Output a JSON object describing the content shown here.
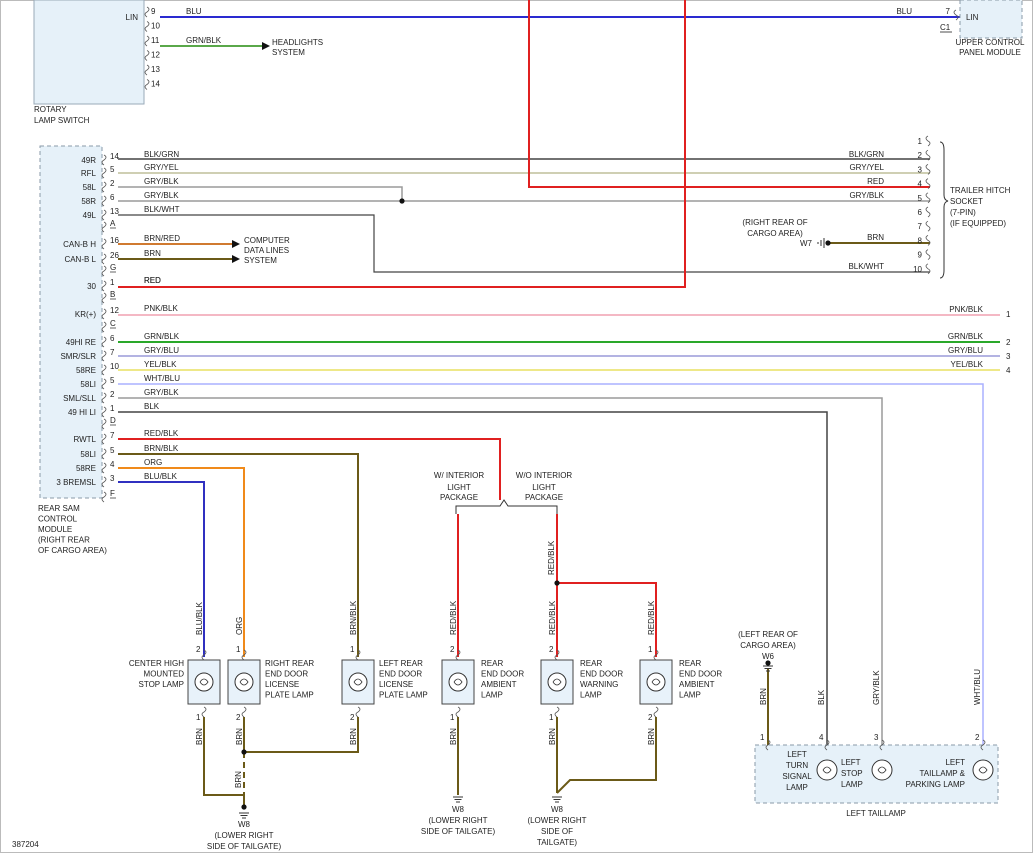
{
  "diagram_id": "387204",
  "colors": {
    "blu": "#2a2ad0",
    "grn_blk": "#5aa84a",
    "blk": "#444444",
    "gry": "#9a9a9a",
    "gry_yel": "#bfbf9a",
    "red": "#e02020",
    "brn": "#6b5a18",
    "brn_red": "#d07a30",
    "grn": "#2aa82a",
    "gry_blu": "#9a9ad8",
    "yel": "#e8e060",
    "wht_blu": "#aab0ff",
    "pnk": "#f0a0b0",
    "org": "#f08a1a",
    "blu_blk": "#3030c0"
  },
  "rotary": {
    "label_1": "ROTARY",
    "label_2": "LAMP SWITCH",
    "lin": "LIN",
    "pins": [
      "9",
      "10",
      "11",
      "12",
      "13",
      "14"
    ]
  },
  "top_wires": {
    "blu_left": "BLU",
    "blu_right": "BLU",
    "grn_blk": "GRN/BLK",
    "headlights_1": "HEADLIGHTS",
    "headlights_2": "SYSTEM"
  },
  "upper_control": {
    "lin": "LIN",
    "pin": "7",
    "connector": "C1",
    "label_1": "UPPER CONTROL",
    "label_2": "PANEL MODULE"
  },
  "sam": {
    "label_1": "REAR SAM",
    "label_2": "CONTROL",
    "label_3": "MODULE",
    "label_4": "(RIGHT REAR",
    "label_5": "OF CARGO AREA)",
    "pins": [
      {
        "name": "49R",
        "pin": "14",
        "wire": "BLK/GRN",
        "end_label": "BLK/GRN",
        "end_pin": "2"
      },
      {
        "name": "RFL",
        "pin": "5",
        "wire": "GRY/YEL",
        "end_label": "GRY/YEL",
        "end_pin": "3"
      },
      {
        "name": "58L",
        "pin": "2",
        "wire": "GRY/BLK",
        "end_label": "",
        "end_pin": ""
      },
      {
        "name": "58R",
        "pin": "6",
        "wire": "GRY/BLK",
        "end_label": "GRY/BLK",
        "end_pin": "5"
      },
      {
        "name": "49L",
        "pin": "13",
        "wire": "BLK/WHT",
        "end_label": "BLK/WHT",
        "end_pin": "10"
      },
      {
        "name": "",
        "pin": "A",
        "wire": "",
        "end_label": "",
        "end_pin": ""
      },
      {
        "name": "CAN-B H",
        "pin": "16",
        "wire": "BRN/RED",
        "end_label": "",
        "end_pin": ""
      },
      {
        "name": "CAN-B L",
        "pin": "26",
        "wire": "BRN",
        "end_label": "",
        "end_pin": ""
      },
      {
        "name": "",
        "pin": "G",
        "wire": "",
        "end_label": "",
        "end_pin": ""
      },
      {
        "name": "30",
        "pin": "1",
        "wire": "RED",
        "end_label": "",
        "end_pin": ""
      },
      {
        "name": "",
        "pin": "B",
        "wire": "",
        "end_label": "",
        "end_pin": ""
      },
      {
        "name": "KR(+)",
        "pin": "12",
        "wire": "PNK/BLK",
        "end_label": "PNK/BLK",
        "end_pin": "1"
      },
      {
        "name": "",
        "pin": "C",
        "wire": "",
        "end_label": "",
        "end_pin": ""
      },
      {
        "name": "49HI RE",
        "pin": "6",
        "wire": "GRN/BLK",
        "end_label": "GRN/BLK",
        "end_pin": "2"
      },
      {
        "name": "SMR/SLR",
        "pin": "7",
        "wire": "GRY/BLU",
        "end_label": "GRY/BLU",
        "end_pin": "3"
      },
      {
        "name": "58RE",
        "pin": "10",
        "wire": "YEL/BLK",
        "end_label": "YEL/BLK",
        "end_pin": "4"
      },
      {
        "name": "58LI",
        "pin": "5",
        "wire": "WHT/BLU",
        "end_label": "",
        "end_pin": ""
      },
      {
        "name": "SML/SLL",
        "pin": "2",
        "wire": "GRY/BLK",
        "end_label": "",
        "end_pin": ""
      },
      {
        "name": "49 HI LI",
        "pin": "1",
        "wire": "BLK",
        "end_label": "",
        "end_pin": ""
      },
      {
        "name": "",
        "pin": "D",
        "wire": "",
        "end_label": "",
        "end_pin": ""
      },
      {
        "name": "RWTL",
        "pin": "7",
        "wire": "RED/BLK",
        "end_label": "",
        "end_pin": ""
      },
      {
        "name": "58LI",
        "pin": "5",
        "wire": "BRN/BLK",
        "end_label": "",
        "end_pin": ""
      },
      {
        "name": "58RE",
        "pin": "4",
        "wire": "ORG",
        "end_label": "",
        "end_pin": ""
      },
      {
        "name": "3 BREMSL",
        "pin": "3",
        "wire": "BLU/BLK",
        "end_label": "",
        "end_pin": ""
      },
      {
        "name": "",
        "pin": "F",
        "wire": "",
        "end_label": "",
        "end_pin": ""
      }
    ]
  },
  "computer": {
    "l1": "COMPUTER",
    "l2": "DATA LINES",
    "l3": "SYSTEM"
  },
  "trailer": {
    "l1": "TRAILER HITCH",
    "l2": "SOCKET",
    "l3": "(7-PIN)",
    "l4": "(IF EQUIPPED)",
    "pins": [
      "1",
      "2",
      "3",
      "4",
      "5",
      "6",
      "7",
      "8",
      "9",
      "10"
    ],
    "red": "RED",
    "brn": "BRN",
    "w7": "W7",
    "w7_loc_1": "(RIGHT REAR OF",
    "w7_loc_2": "CARGO AREA)"
  },
  "right_pins": [
    "1",
    "2",
    "3",
    "4"
  ],
  "packages": {
    "with_1": "W/ INTERIOR",
    "with_2": "LIGHT",
    "with_3": "PACKAGE",
    "without_1": "W/O INTERIOR",
    "without_2": "LIGHT",
    "without_3": "PACKAGE"
  },
  "lamps": [
    {
      "l1": "CENTER HIGH",
      "l2": "MOUNTED",
      "l3": "STOP LAMP",
      "top": "BLU/BLK",
      "bottom": "BRN",
      "p_top": "2",
      "p_bot": "1"
    },
    {
      "l1": "RIGHT REAR",
      "l2": "END DOOR",
      "l3": "LICENSE",
      "l4": "PLATE LAMP",
      "top": "ORG",
      "bottom": "BRN",
      "p_top": "1",
      "p_bot": "2"
    },
    {
      "l1": "LEFT REAR",
      "l2": "END DOOR",
      "l3": "LICENSE",
      "l4": "PLATE LAMP",
      "top": "BRN/BLK",
      "bottom": "BRN",
      "p_top": "1",
      "p_bot": "2"
    },
    {
      "l1": "REAR",
      "l2": "END DOOR",
      "l3": "AMBIENT",
      "l4": "LAMP",
      "top": "RED/BLK",
      "bottom": "BRN",
      "p_top": "2",
      "p_bot": "1"
    },
    {
      "l1": "REAR",
      "l2": "END DOOR",
      "l3": "WARNING",
      "l4": "LAMP",
      "top": "RED/BLK",
      "bottom": "BRN",
      "p_top": "2",
      "p_bot": "1"
    },
    {
      "l1": "REAR",
      "l2": "END DOOR",
      "l3": "AMBIENT",
      "l4": "LAMP",
      "top": "RED/BLK",
      "bottom": "BRN",
      "p_top": "1",
      "p_bot": "2"
    }
  ],
  "red_blk_upper": "RED/BLK",
  "brn_mid": "BRN",
  "grounds": [
    {
      "id": "W8",
      "l1": "(LOWER RIGHT",
      "l2": "SIDE OF TAILGATE)"
    },
    {
      "id": "W8",
      "l1": "(LOWER RIGHT",
      "l2": "SIDE OF TAILGATE)"
    },
    {
      "id": "W8",
      "l1": "(LOWER RIGHT",
      "l2": "SIDE OF",
      "l3": "TAILGATE)"
    }
  ],
  "w6": {
    "id": "W6",
    "l1": "(LEFT REAR OF",
    "l2": "CARGO AREA)",
    "wire": "BRN"
  },
  "taillamp": {
    "title": "LEFT TAILLAMP",
    "turn_1": "LEFT",
    "turn_2": "TURN",
    "turn_3": "SIGNAL",
    "turn_4": "LAMP",
    "stop_1": "LEFT",
    "stop_2": "STOP",
    "stop_3": "LAMP",
    "tail_1": "LEFT",
    "tail_2": "TAILLAMP &",
    "tail_3": "PARKING LAMP",
    "pins": [
      "1",
      "4",
      "3",
      "2"
    ],
    "wires": [
      "BLK",
      "GRY/BLK",
      "WHT/BLU"
    ]
  }
}
